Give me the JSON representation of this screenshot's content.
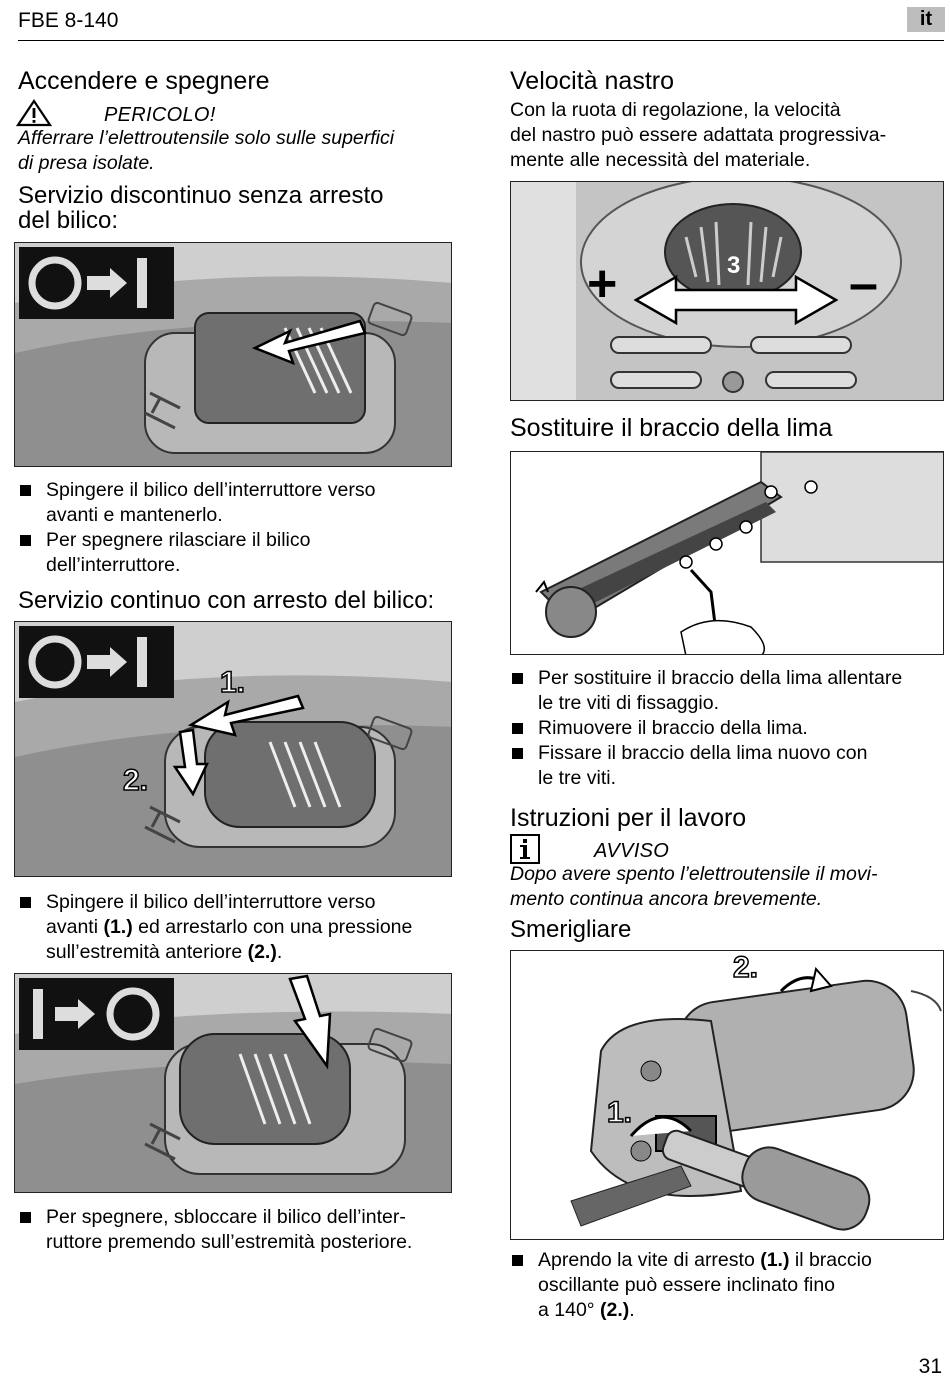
{
  "header": {
    "title": "FBE 8-140",
    "lang": "it"
  },
  "left": {
    "section1_title": "Accendere e spegnere",
    "danger_label": "PERICOLO!",
    "danger_text_1": "Afferrare l’elettroutensile solo sulle superfici",
    "danger_text_2": "di presa isolate.",
    "sub1_title_1": "Servizio discontinuo senza arresto",
    "sub1_title_2": "del bilico:",
    "bullets1": [
      [
        "Spingere il bilico dell’interruttore verso",
        "avanti e mantenerlo."
      ],
      [
        "Per spegnere rilasciare il bilico",
        "dell’interruttore."
      ]
    ],
    "sub2_title": "Servizio continuo con arresto del bilico:",
    "fig2_label_1": "1.",
    "fig2_label_2": "2.",
    "bullet2": {
      "line1": "Spingere il bilico dell’interruttore verso",
      "line2_pre": "avanti ",
      "line2_b": "(1.)",
      "line2_post": " ed arrestarlo con una pressione",
      "line3_pre": "sull’estremità anteriore ",
      "line3_b": "(2.)",
      "line3_post": "."
    },
    "bullet3": [
      "Per spegnere, sbloccare il bilico dell’inter-",
      "ruttore premendo sull’estremità posteriore."
    ]
  },
  "right": {
    "speed_title": "Velocità nastro",
    "speed_text": [
      "Con la ruota di regolazione, la velocità",
      "del nastro può essere adattata progressiva-",
      "mente alle necessità del materiale."
    ],
    "dial_number": "3",
    "plus": "+",
    "minus": "–",
    "arm_title": "Sostituire il braccio della lima",
    "arm_bullets": [
      [
        "Per sostituire il braccio della lima allentare",
        "le tre viti di fissaggio."
      ],
      [
        "Rimuovere il braccio della lima."
      ],
      [
        "Fissare il braccio della lima nuovo con",
        "le tre viti."
      ]
    ],
    "work_title": "Istruzioni per il lavoro",
    "notice_label": "AVVISO",
    "notice_text": [
      "Dopo avere spento l’elettroutensile il movi-",
      "mento continua ancora brevemente."
    ],
    "grind_title": "Smerigliare",
    "grind_label_1": "1.",
    "grind_label_2": "2.",
    "grind_bullet": {
      "l1_pre": "Aprendo la vite di arresto ",
      "l1_b": "(1.)",
      "l1_post": " il braccio",
      "l2": "oscillante può essere inclinato fino",
      "l3_pre": "a 140° ",
      "l3_b": "(2.)",
      "l3_post": "."
    }
  },
  "page_number": "31",
  "colors": {
    "lang_bg": "#bdbdbd",
    "figure_gray": "#c8c8c8"
  }
}
